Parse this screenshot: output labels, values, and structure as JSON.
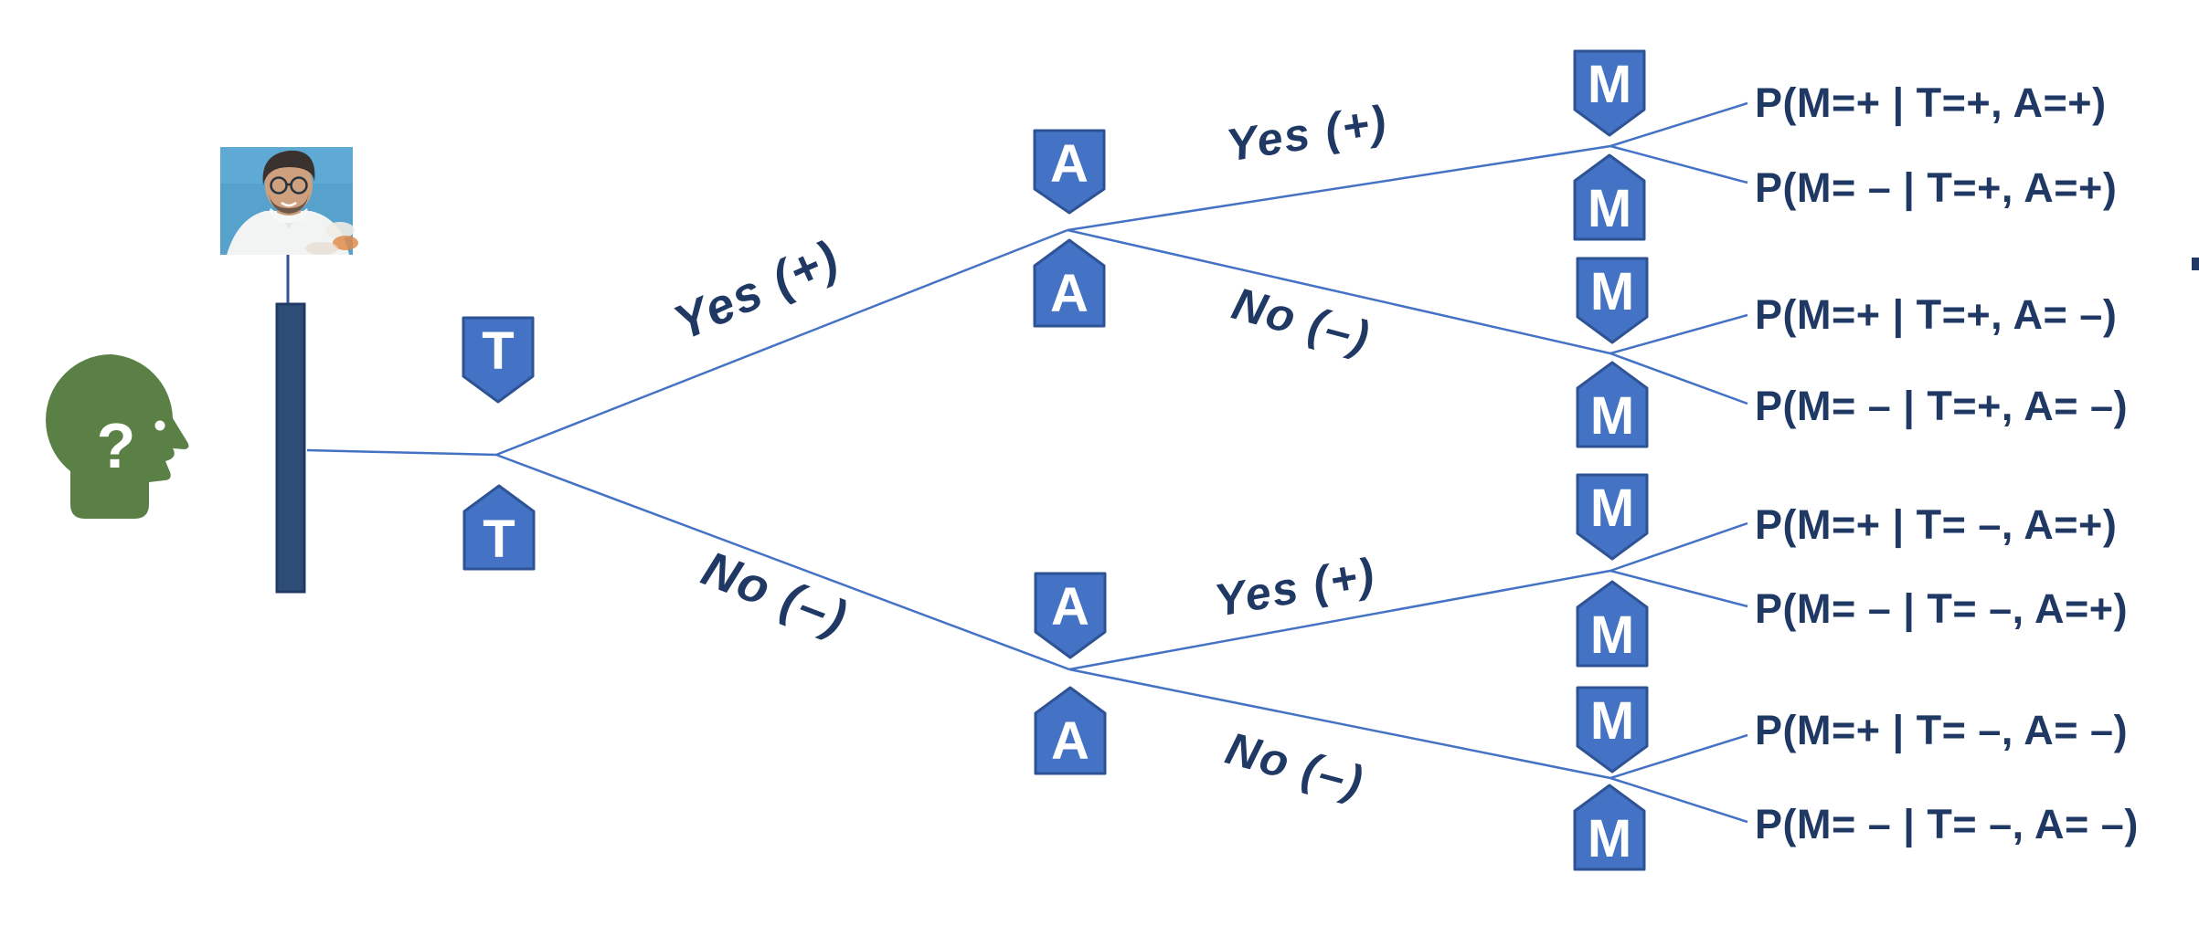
{
  "slide": {
    "description_hint": "probability tree with person, test barrier and three node levels"
  },
  "palette": {
    "badge_fill": "#4472C4",
    "badge_border": "#2E5395",
    "line_blue": "#4472C4",
    "text_navy": "#1F3864",
    "bar_fill": "#2E4D76",
    "bar_border": "#203A64",
    "head_green": "#5A8046",
    "stem_navy": "#2F5496",
    "photo_bg": "#57A2CD"
  },
  "person": {
    "question_mark": "?"
  },
  "letters": {
    "t": "T",
    "a": "A",
    "m": "M"
  },
  "branch_labels": {
    "t_yes": "Yes (+)",
    "t_no": "No (–)",
    "a_upper_yes": "Yes (+)",
    "a_upper_no": "No (–)",
    "a_lower_yes": "Yes (+)",
    "a_lower_no": "No (–)"
  },
  "outcomes": [
    "P(M=+ | T=+, A=+)",
    "P(M= – | T=+, A=+)",
    "P(M=+ | T=+, A= –)",
    "P(M= – | T=+, A= –)",
    "P(M=+ | T= –, A=+)",
    "P(M= – | T= –, A=+)",
    "P(M=+ | T= –, A= –)",
    "P(M= – | T= –, A= –)"
  ]
}
